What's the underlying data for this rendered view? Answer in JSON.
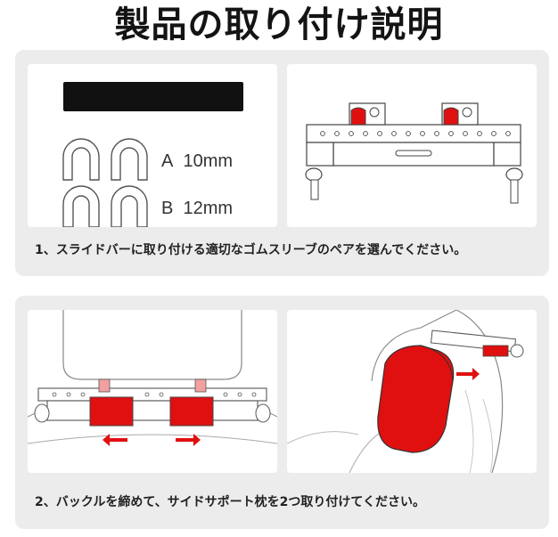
{
  "title": "製品の取り付け説明",
  "step1": {
    "option_a": {
      "letter": "A",
      "size": "10mm"
    },
    "option_b": {
      "letter": "B",
      "size": "12mm"
    },
    "caption": "1、スライドバーに取り付ける適切なゴムスリーブのペアを選んでください。"
  },
  "step2": {
    "caption": "2、バックルを締めて、サイドサポート枕を2つ取り付けてください。"
  },
  "colors": {
    "accent": "#e01010",
    "panel": "#ececec",
    "bar": "#111111"
  }
}
